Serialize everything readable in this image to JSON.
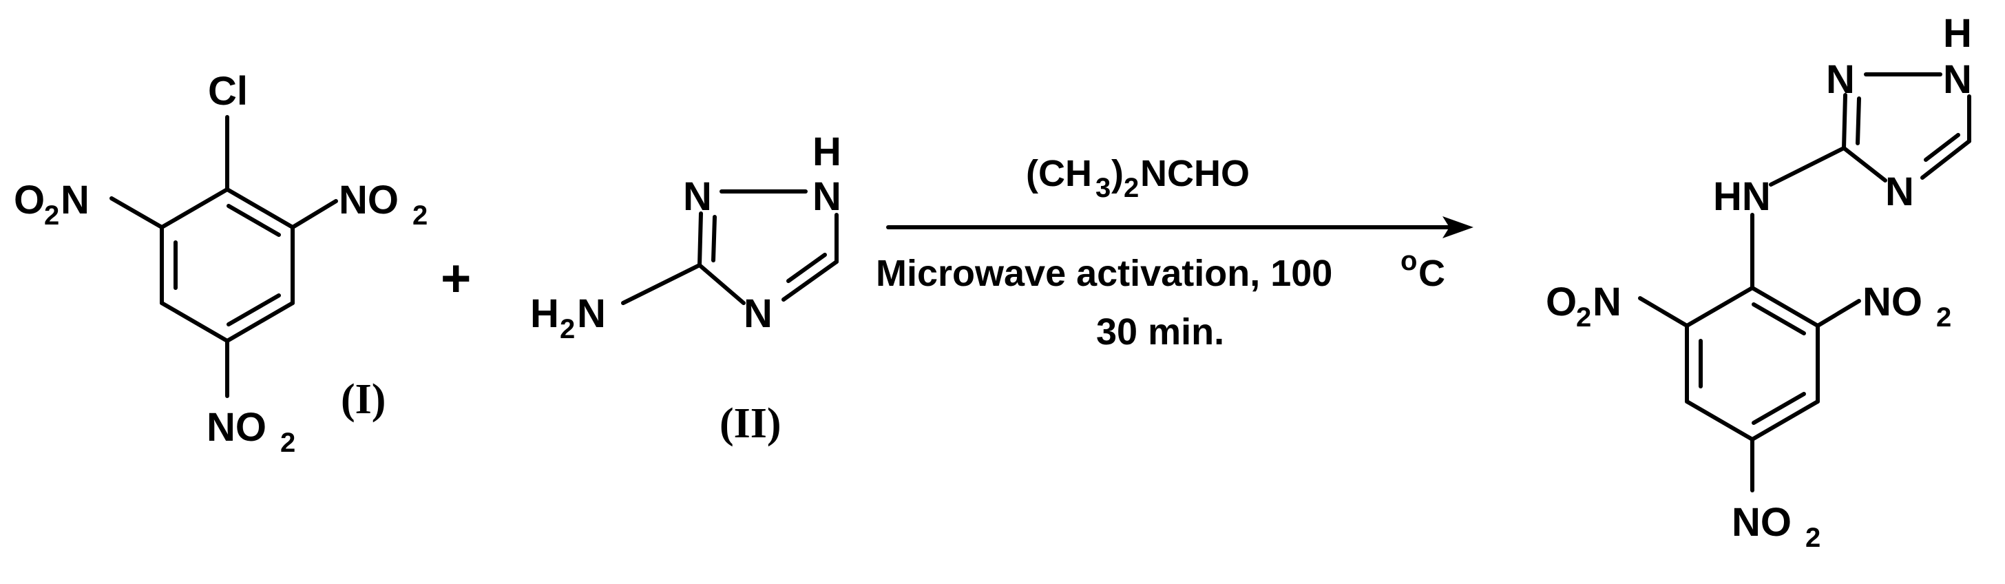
{
  "reactant_1": {
    "cl": "Cl",
    "o2n_o": "O",
    "o2n_2": "2",
    "o2n_n": "N",
    "no2_right_n": "NO",
    "no2_right_2": "2",
    "no2_bottom_n": "NO",
    "no2_bottom_2": "2",
    "label": "(I)"
  },
  "plus": "+",
  "reactant_2": {
    "n1": "N",
    "nh_n": "N",
    "nh_h": "H",
    "n4": "N",
    "amine_h": "H",
    "amine_2": "2",
    "amine_n": "N",
    "label": "(II)"
  },
  "conditions": {
    "reagent_a": "(CH",
    "reagent_3": "3",
    "reagent_b": ")",
    "reagent_2": "2",
    "reagent_c": "NCHO",
    "line_1": "Microwave activation, 100 ",
    "degree": "o",
    "unit": "C",
    "line_2": "30 min."
  },
  "product": {
    "tri_n1": "N",
    "tri_nh_n": "N",
    "tri_nh_h": "H",
    "tri_n4": "N",
    "hn": "HN",
    "o2n_o": "O",
    "o2n_2": "2",
    "o2n_n": "N",
    "no2_right_n": "NO",
    "no2_right_2": "2",
    "no2_bottom_n": "NO",
    "no2_bottom_2": "2"
  }
}
